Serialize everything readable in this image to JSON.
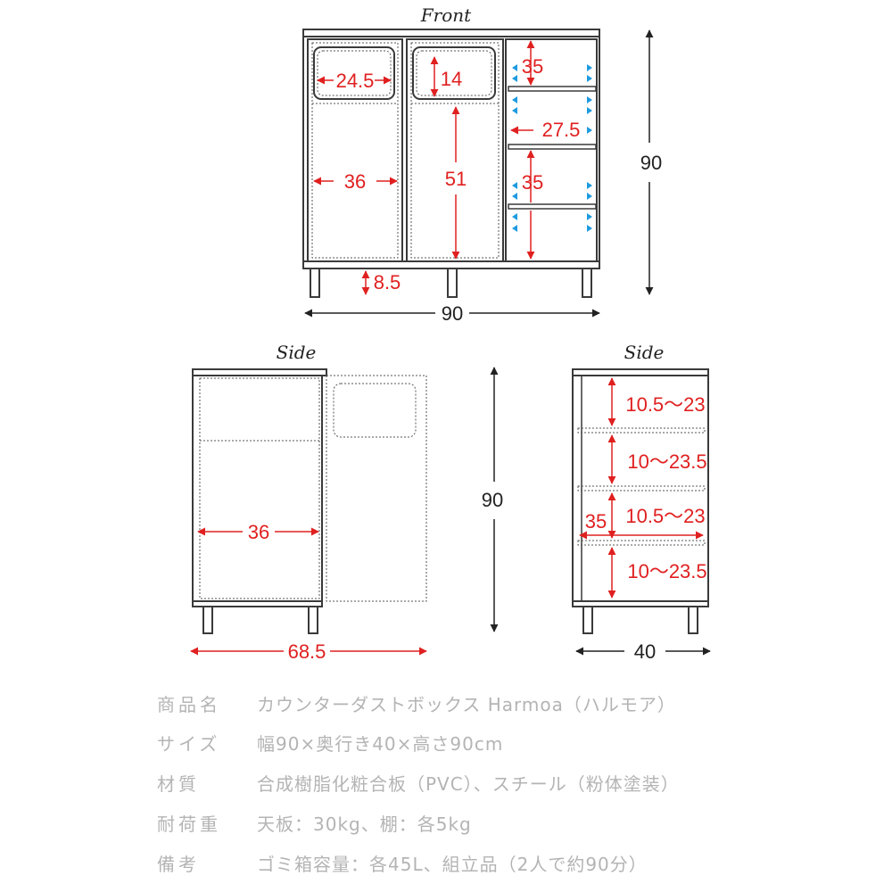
{
  "views": {
    "front": {
      "title": "Front",
      "door_window_width": "24.5",
      "door_window_height": "14",
      "door_width": "36",
      "door_height": "51",
      "leg_height": "8.5",
      "shelf_height_top": "35",
      "shelf_width": "27.5",
      "shelf_height_bottom": "35",
      "total_height": "90",
      "total_width": "90"
    },
    "side_left": {
      "title": "Side",
      "door_depth": "36",
      "open_depth": "68.5",
      "total_height": "90"
    },
    "side_right": {
      "title": "Side",
      "gaps": [
        "10.5～23",
        "10～23.5",
        "10.5～23",
        "10～23.5"
      ],
      "shelf_depth": "35",
      "total_depth": "40"
    }
  },
  "specs": [
    {
      "label": "商品名",
      "value": "カウンターダストボックス Harmoa（ハルモア）"
    },
    {
      "label": "サイズ",
      "value": "幅90×奥行き40×高さ90cm"
    },
    {
      "label": "材質",
      "value": "合成樹脂化粧合板（PVC）、スチール（粉体塗装）"
    },
    {
      "label": "耐荷重",
      "value": "天板：30kg、棚：各5kg"
    },
    {
      "label": "備考",
      "value": "ゴミ箱容量：各45L、組立品（2人で約90分）"
    }
  ],
  "colors": {
    "outline": "#3a3a3a",
    "dimension_red": "#e02020",
    "arrow_blue": "#1e9be0",
    "spec_text": "#b4b4b4"
  }
}
